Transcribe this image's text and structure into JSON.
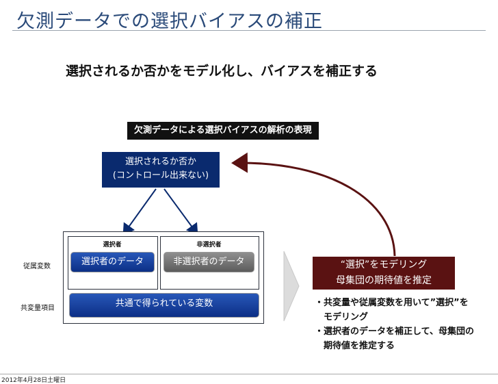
{
  "header": {
    "title": "欠測データでの選択バイアスの補正",
    "subtitle": "選択されるか否かをモデル化し、バイアスを補正する"
  },
  "diagram": {
    "label": "欠測データによる選択バイアスの解析の表現",
    "selection_box": {
      "line1": "選択されるか否か",
      "line2": "(コントロール出来ない)"
    },
    "columns": {
      "selected": "選択者",
      "non_selected": "非選択者"
    },
    "rows": {
      "dependent": "従属変数",
      "covariate": "共変量項目"
    },
    "cells": {
      "selected_data": "選択者のデータ",
      "non_selected_data": "非選択者のデータ",
      "common_vars": "共通で得られている変数"
    },
    "model_box": {
      "line1": "“選択”をモデリング",
      "line2": "母集団の期待値を推定"
    },
    "bullets": [
      "・共変量や従属変数を用いて”選択”を",
      "　モデリング",
      "・選択者のデータを補正して、母集団の",
      "　期待値を推定する"
    ]
  },
  "footer": {
    "date": "2012年4月28日土曜日"
  },
  "colors": {
    "title": "#2a4a79",
    "navy": "#0a2a6e",
    "maroon": "#5a1212",
    "chevron": "#dcdcdc"
  }
}
